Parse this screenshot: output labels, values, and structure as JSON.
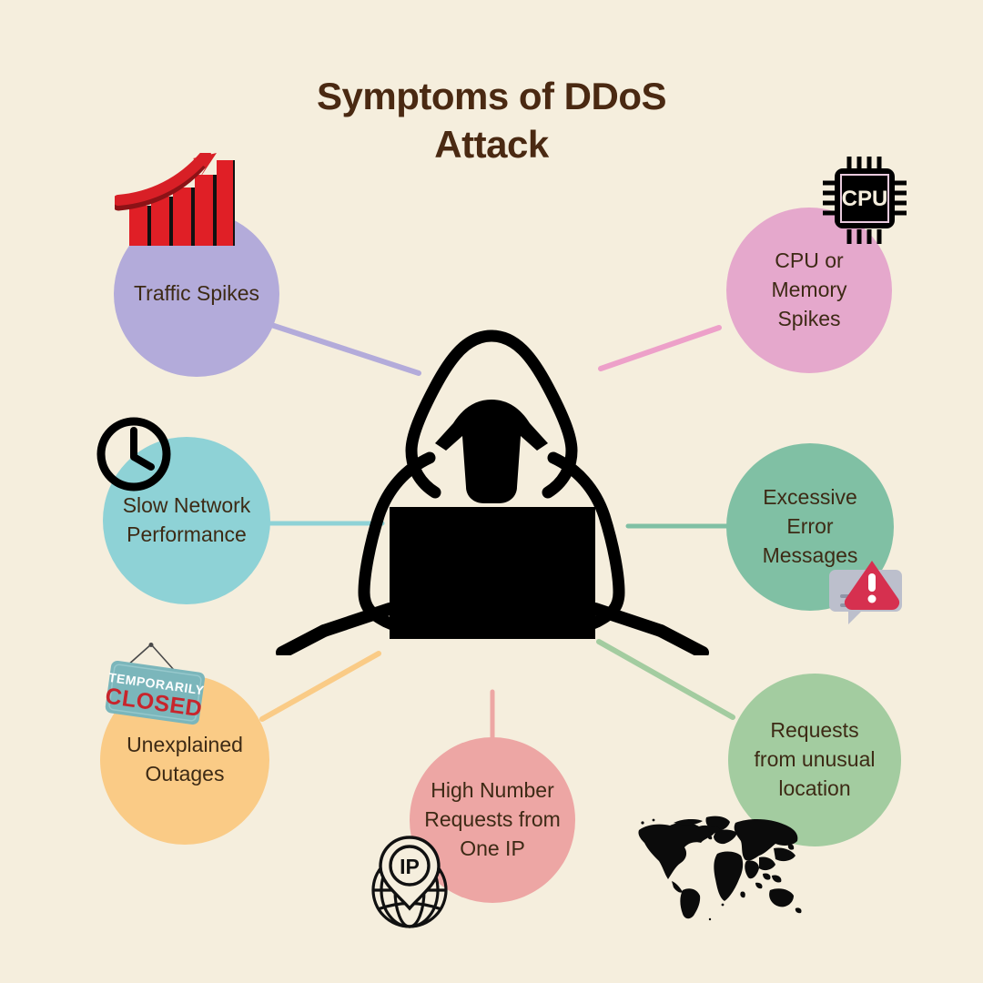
{
  "background_color": "#f5eedd",
  "title": {
    "line1": "Symptoms of DDoS",
    "line2": "Attack",
    "color": "#4a2912"
  },
  "center": {
    "icon": "hooded-hacker-at-laptop-icon",
    "color": "#000000"
  },
  "nodes": [
    {
      "id": "traffic",
      "label": "Traffic Spikes",
      "color": "#b3abda",
      "icon": "rising-bar-chart-arrow-icon",
      "position": "top-left"
    },
    {
      "id": "cpu",
      "label": "CPU or\nMemory\nSpikes",
      "color": "#e5a8cc",
      "icon": "cpu-chip-icon",
      "icon_text": "CPU",
      "position": "top-right"
    },
    {
      "id": "slow",
      "label": "Slow Network\nPerformance",
      "color": "#8ed2d6",
      "icon": "clock-icon",
      "position": "middle-left"
    },
    {
      "id": "error",
      "label": "Excessive\nError\nMessages",
      "color": "#80c0a4",
      "icon": "warning-message-bubble-icon",
      "position": "middle-right"
    },
    {
      "id": "outage",
      "label": "Unexplained\nOutages",
      "color": "#facb86",
      "icon": "temporarily-closed-sign-icon",
      "icon_text_top": "TEMPORARILY",
      "icon_text_main": "CLOSED",
      "position": "bottom-left"
    },
    {
      "id": "ip",
      "label": "High Number\nRequests from\nOne IP",
      "color": "#eda6a4",
      "icon": "ip-globe-pin-icon",
      "icon_text": "IP",
      "position": "bottom-center"
    },
    {
      "id": "location",
      "label": "Requests\nfrom unusual\nlocation",
      "color": "#a3ccA0",
      "icon": "world-map-icon",
      "position": "bottom-right"
    }
  ]
}
